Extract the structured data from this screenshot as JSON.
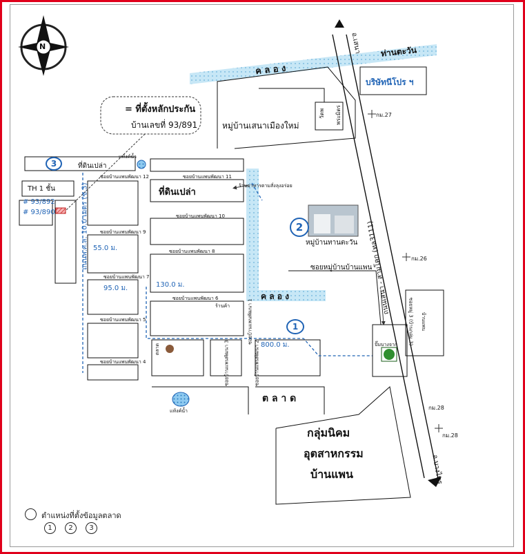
{
  "legend": {
    "text": "ตำแหน่งที่ตั้งข้อมูลตลาด",
    "markers": [
      "1",
      "2",
      "3"
    ]
  },
  "callout": {
    "line1": "= ที่ตั้งหลักประกัน",
    "line2": "บ้านเลขที่ 93/891"
  },
  "compass": {
    "letter": "N"
  },
  "canals": {
    "north": "ค ล อ ง",
    "south": "ค ล อ ง"
  },
  "places": {
    "tathan": "ท่านตะวัน",
    "company": "บริษัทนีโปร ฯ",
    "village_new": "หมู่บ้านเสนาเมืองใหม่",
    "temple_a": "วัดพ",
    "temple_b": "พระมิตร",
    "km27": "กม.27",
    "km26": "กม.26",
    "km28_upper": "กม.28",
    "km28_lower": "กม.28",
    "sena": "อ.เสนา",
    "bangsai": "อ.บางไทร",
    "highway": "ถนนเสนา - สามโคก (ทล3111)",
    "soi_pan": "ซอยหมู่บ้านบ้านแพน",
    "water_tank_top": "แท้งค์น้ำ",
    "water_tank_bottom": "แท้งค์น้ำ",
    "silpa_top": "ที่ดินเปล่า",
    "silpa_mid": "ที่ดินเปล่า",
    "grave_shop": "ร้านอาหารตามสั่งลุงอร่อย",
    "house_village": "หมู่บ้านทานตะวัน",
    "th1": "TH 1 ชั้น",
    "lot_892": "# 93/892",
    "lot_890": "# 93/890",
    "road_left": "ถนนพ.ศ.ส. 10.0 เมตร (ซ.3)",
    "d55": "55.0 ม.",
    "d95": "95.0 ม.",
    "d130": "130.0 ม.",
    "d800": "800.0 ม.",
    "shop": "ร้านค้า",
    "market": "ต ล า ด",
    "industrial_1": "กลุ่มนิคม",
    "industrial_2": "อุตสาหกรรม",
    "industrial_3": "บ้านแพน",
    "station": "ปั๊มบางจาก",
    "ticket": "ตลาด",
    "right_box_1": "ซอยหมู่ 3 (บ้านกลุ่ม 3)",
    "right_box_2": "บ้านแพน",
    "soi12": "ซอยบ้านแพนพัฒนา 12",
    "soi11": "ซอยบ้านแพนพัฒนา 11",
    "soi10": "ซอยบ้านแพนพัฒนา 10",
    "soi9": "ซอยบ้านแพนพัฒนา 9",
    "soi8": "ซอยบ้านแพนพัฒนา 8",
    "soi7": "ซอยบ้านแพนพัฒนา 7",
    "soi6": "ซอยบ้านแพนพัฒนา 6",
    "soi5": "ซอยบ้านแพนพัฒนา 5",
    "soi4": "ซอยบ้านแพนพัฒนา 4",
    "soi3": "ซอยบ้านแพนพัฒนา 3",
    "soi2": "ซอยบ้านแพนพัฒนา 2",
    "soi1": "ซอยบ้านแพนพัฒนา 1"
  },
  "markers": {
    "m1": "1",
    "m2": "2",
    "m3": "3"
  },
  "colors": {
    "canal": "#b9e2f5",
    "route": "#1f63b5",
    "frame": "#e0001b",
    "collateral": "#e24a4a"
  }
}
